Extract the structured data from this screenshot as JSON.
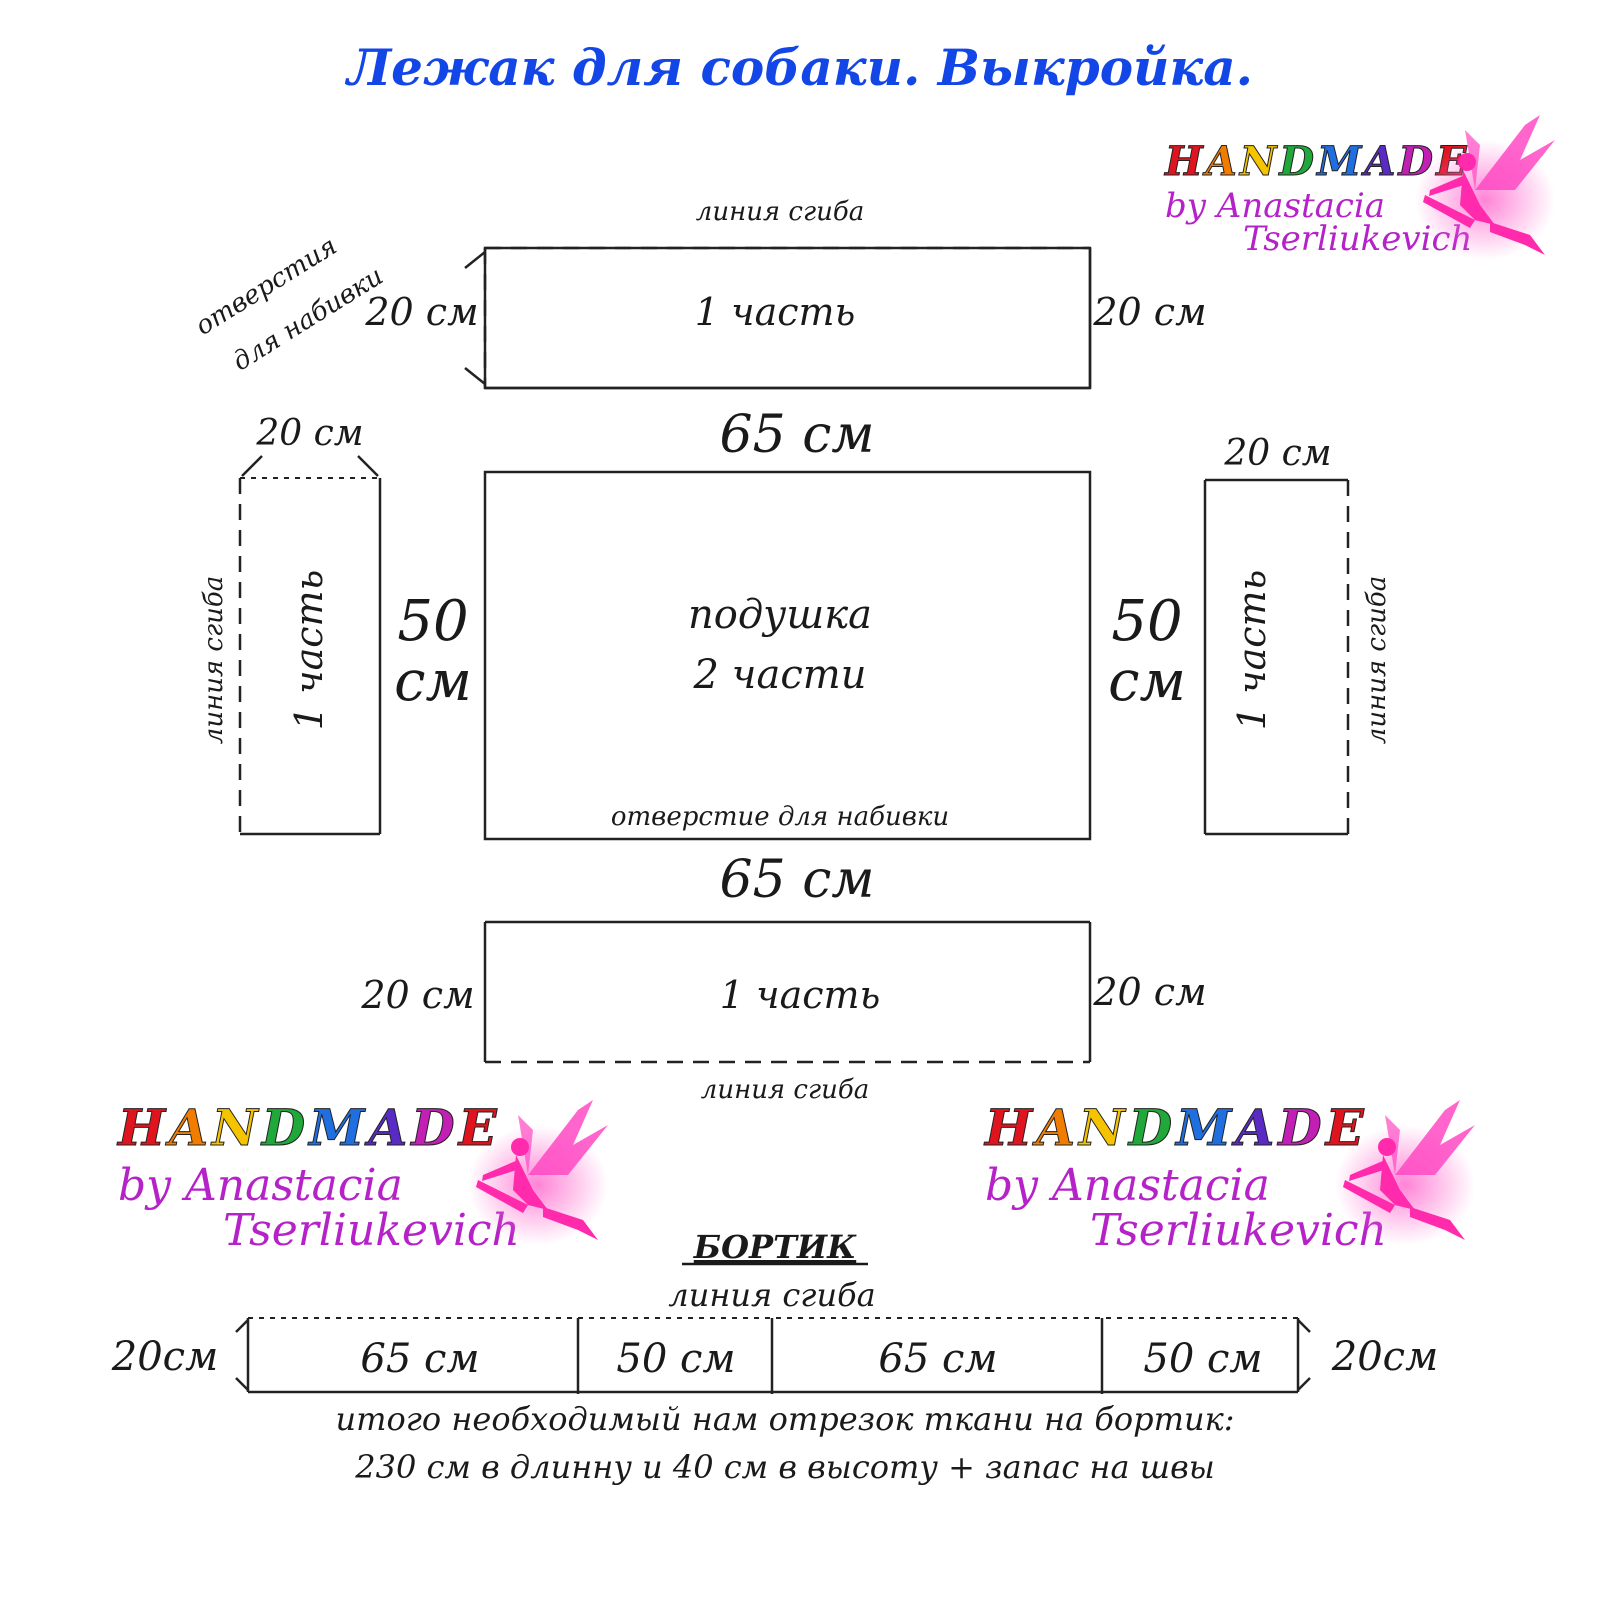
{
  "title": "Лежак для собаки. Выкройка.",
  "pieces": {
    "top": {
      "fold_label": "линия сгиба",
      "name": "1 часть",
      "left_size": "20 см",
      "right_size": "20 см",
      "note_line1": "отверстия",
      "note_line2": "для набивки",
      "bottom_size": "65 см"
    },
    "left": {
      "top_size": "20 см",
      "fold_label": "линия сгиба",
      "name": "1 часть",
      "side_size_num": "50",
      "side_size_unit": "см"
    },
    "center": {
      "name_line1": "подушка",
      "name_line2": "2 части",
      "opening_label": "отверстие для набивки",
      "bottom_size": "65 см"
    },
    "right": {
      "top_size": "20 см",
      "fold_label": "линия сгиба",
      "name": "1 часть",
      "side_size_num": "50",
      "side_size_unit": "см"
    },
    "bottom": {
      "name": "1 часть",
      "left_size": "20 см",
      "right_size": "20 см",
      "fold_label": "линия сгиба"
    }
  },
  "bortik": {
    "title": "БОРТИК",
    "fold_label": "линия сгиба",
    "left_size": "20см",
    "right_size": "20см",
    "segments": [
      "65 см",
      "50 см",
      "65 см",
      "50 см"
    ],
    "total_line1": "итого необходимый нам отрезок ткани на бортик:",
    "total_line2": "230 см в длинну и 40 см в высоту + запас на швы"
  },
  "watermark": {
    "brand": "HANDMADE",
    "by_line": "by Anastacia",
    "name_line": "Tserliukevich",
    "brand_colors": [
      "#e0141e",
      "#f07d00",
      "#f5c400",
      "#20a83a",
      "#1f6fe0",
      "#5a2bc4",
      "#c21fb5",
      "#e0141e"
    ],
    "fairy_color": "#ff1fa8"
  }
}
